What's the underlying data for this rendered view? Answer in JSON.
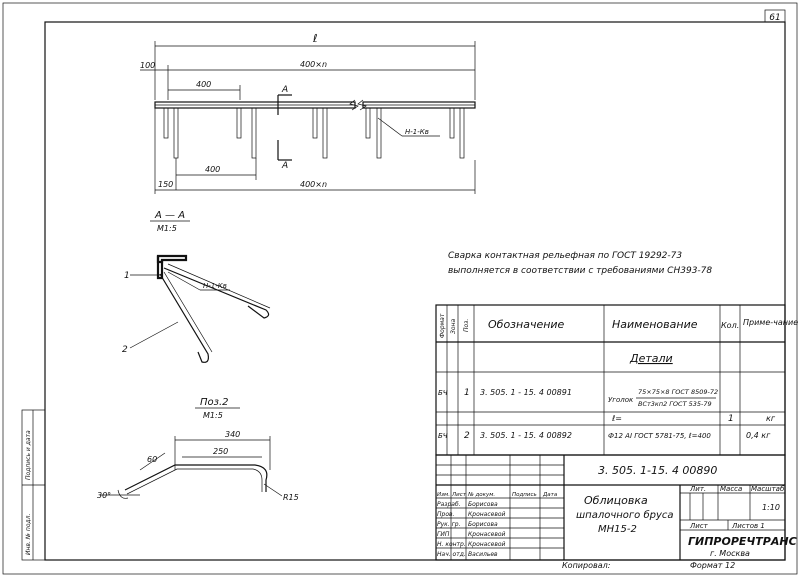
{
  "sheet_number": "61",
  "plan": {
    "dim_total": "ℓ",
    "dim_top_100": "100",
    "dim_top_400": "400",
    "dim_top_400n": "400×n",
    "dim_bot_150": "150",
    "dim_bot_400": "400",
    "dim_bot_400n": "400×n",
    "section_mark_top": "A",
    "section_mark_bot": "A",
    "weld_label": "Н-1-Кв"
  },
  "section": {
    "title": "А — А",
    "scale": "М1:5",
    "callout_1": "1",
    "callout_2": "2",
    "weld_label": "Н-1-Кв"
  },
  "pos2": {
    "title": "Поз.2",
    "scale": "М1:5",
    "dim_340": "340",
    "dim_250": "250",
    "dim_60": "60",
    "angle_30": "30°",
    "radius": "R15"
  },
  "notes": {
    "line1": "Сварка контактная рельефная по ГОСТ 19292-73",
    "line2": "выполняется в соответствии с требованиями СН393-78"
  },
  "spec": {
    "headers": {
      "format": "Формат",
      "zone": "Зона",
      "pos": "Поз.",
      "designation": "Обозначение",
      "name": "Наименование",
      "qty": "Кол.",
      "note": "Приме-чание"
    },
    "section_title": "Детали",
    "rows": [
      {
        "format": "БЧ",
        "pos": "1",
        "designation": "3. 505. 1 - 15. 4   00891",
        "name_prefix": "Уголок",
        "name_top": "75×75×8 ГОСТ 8509-72",
        "name_bot": "ВСт3кп2 ГОСТ 535-79",
        "length": "ℓ=",
        "qty": "1",
        "note": "кг"
      },
      {
        "format": "БЧ",
        "pos": "2",
        "designation": "3. 505. 1 - 15. 4   00892",
        "name": "Ф12 АI ГОСТ 5781-75, ℓ=400",
        "qty": "",
        "note": "0,4 кг"
      }
    ]
  },
  "title_block": {
    "doc_number": "3. 505. 1-15. 4   00890",
    "title_l1": "Облицовка",
    "title_l2": "шпалочного бруса",
    "title_l3": "МН15-2",
    "col_headers": [
      "Изм.",
      "Лист",
      "№ докум.",
      "Подпись",
      "Дата"
    ],
    "roles": [
      {
        "role": "Разраб.",
        "name": "Борисова"
      },
      {
        "role": "Пров.",
        "name": "Кронасевой"
      },
      {
        "role": "Рук. гр.",
        "name": "Борисова"
      },
      {
        "role": "ГИП",
        "name": "Кронасевой"
      },
      {
        "role": "Н. контр.",
        "name": "Кронасевой"
      },
      {
        "role": "Нач. отд.",
        "name": "Васильев"
      }
    ],
    "lit_label": "Лит.",
    "mass_label": "Масса",
    "scale_label": "Масштаб",
    "scale_value": "1:10",
    "sheet_label": "Лист",
    "sheets_label": "Листов 1",
    "org": "ГИПРОРЕЧТРАНС",
    "city": "г. Москва",
    "copied": "Копировал:",
    "format": "Формат 12"
  },
  "side_stamp": {
    "inv": "Инв. № подл.",
    "sign": "Подпись и дата"
  }
}
